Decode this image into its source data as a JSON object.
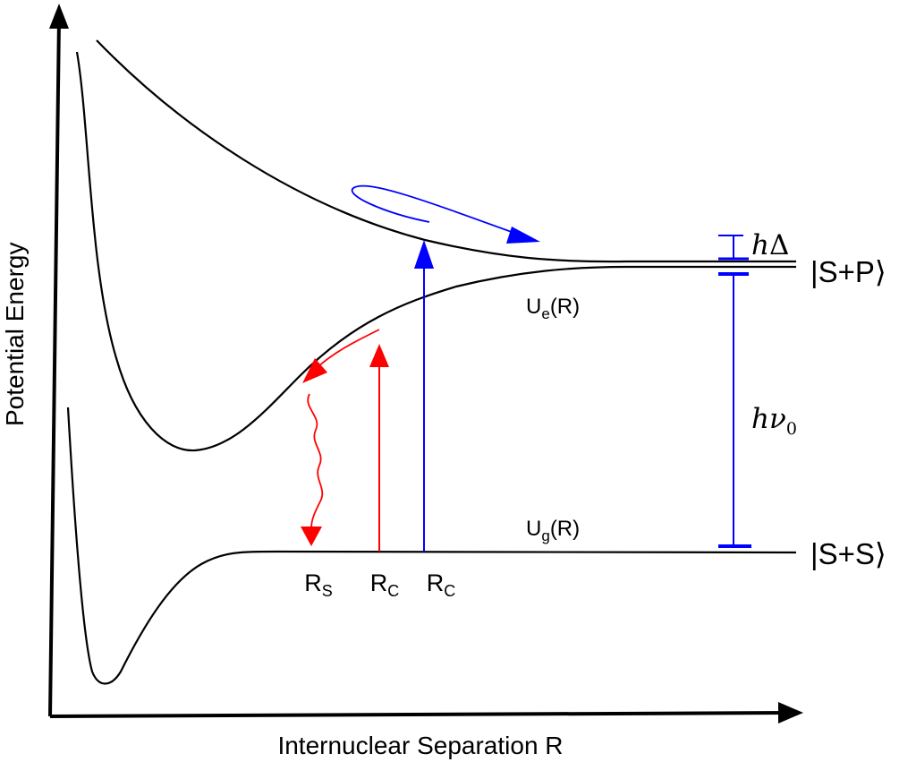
{
  "axes": {
    "y_label": "Potential Energy",
    "x_label": "Internuclear Separation R"
  },
  "curves": {
    "excited_attractive": {
      "label_main": "U",
      "label_sub": "e",
      "label_rest": "(R)"
    },
    "ground": {
      "label_main": "U",
      "label_sub": "g",
      "label_rest": "(R)"
    }
  },
  "states": {
    "upper": "|S+P⟩",
    "lower": "|S+S⟩"
  },
  "energies": {
    "splitting": {
      "symbol": "h",
      "greek": "Δ"
    },
    "transition": {
      "symbol": "h",
      "greek": "ν",
      "sub": "0"
    }
  },
  "positions": [
    {
      "main": "R",
      "sub": "S",
      "color": "#000000"
    },
    {
      "main": "R",
      "sub": "C",
      "color": "#000000"
    },
    {
      "main": "R",
      "sub": "C",
      "color": "#000000"
    }
  ],
  "colors": {
    "axis": "#000000",
    "curve": "#000000",
    "red_transition": "#ff0000",
    "blue_transition": "#0000ff",
    "energy_bars": "#0000ff"
  }
}
